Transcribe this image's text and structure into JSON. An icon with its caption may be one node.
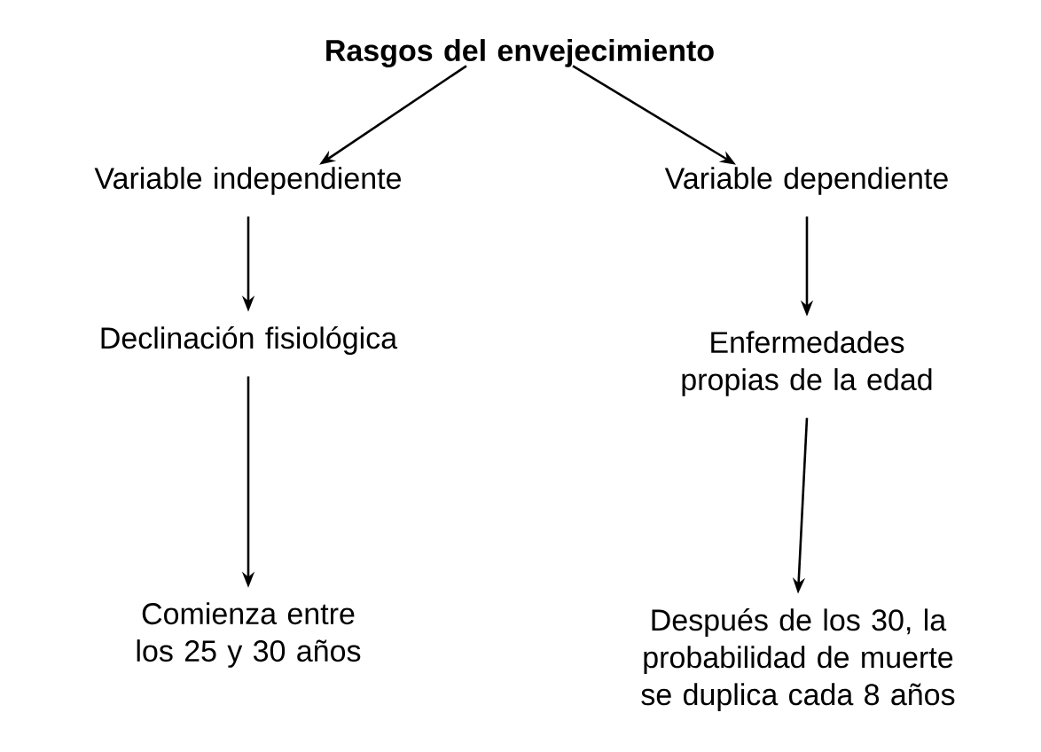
{
  "diagram": {
    "nodes": [
      {
        "text": [
          "Rasgos del envejecimiento"
        ]
      },
      {
        "text": [
          "Variable independiente"
        ]
      },
      {
        "text": [
          "Variable dependiente"
        ]
      },
      {
        "text": [
          "Declinación fisiológica"
        ]
      },
      {
        "text": [
          "Enfermedades propias de la edad"
        ]
      },
      {
        "text": [
          "Comienza entre los 25 y 30 años"
        ]
      },
      {
        "text": [
          "Después de los 30, la probabilidad de muerte se duplica cada 8 años"
        ]
      }
    ],
    "edges": [
      {
        "from": 0,
        "to": 1,
        "arrow": "to"
      },
      {
        "from": 0,
        "to": 2,
        "arrow": "to"
      },
      {
        "from": 1,
        "to": 3,
        "arrow": "to"
      },
      {
        "from": 2,
        "to": 4,
        "arrow": "to"
      },
      {
        "from": 3,
        "to": 5,
        "arrow": "to"
      },
      {
        "from": 4,
        "to": 6,
        "arrow": "to"
      }
    ]
  }
}
